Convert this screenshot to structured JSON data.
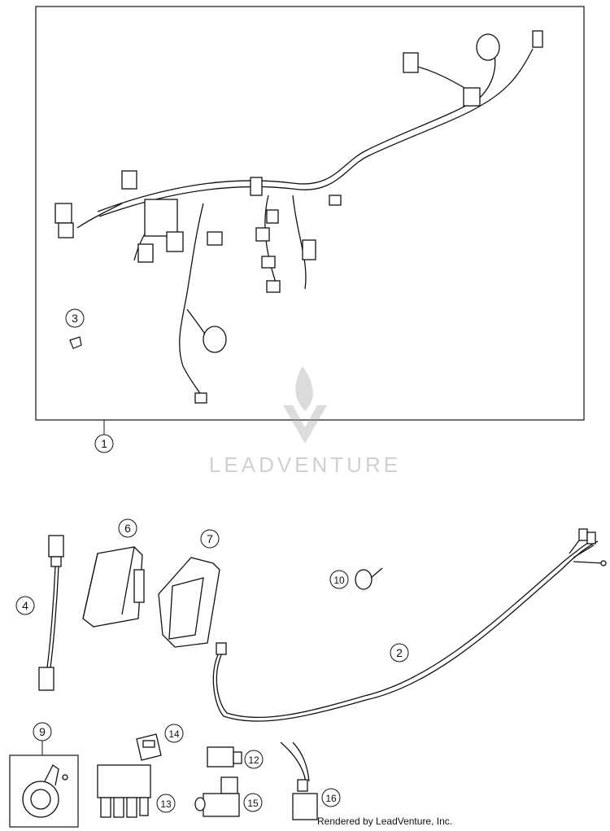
{
  "watermark": {
    "brand": "LEADVENTURE"
  },
  "credit": "Rendered by LeadVenture, Inc.",
  "callouts": [
    {
      "label": "1"
    },
    {
      "label": "2"
    },
    {
      "label": "3"
    },
    {
      "label": "4"
    },
    {
      "label": "6"
    },
    {
      "label": "7"
    },
    {
      "label": "9"
    },
    {
      "label": "10"
    },
    {
      "label": "12"
    },
    {
      "label": "13"
    },
    {
      "label": "14"
    },
    {
      "label": "15"
    },
    {
      "label": "16"
    }
  ]
}
